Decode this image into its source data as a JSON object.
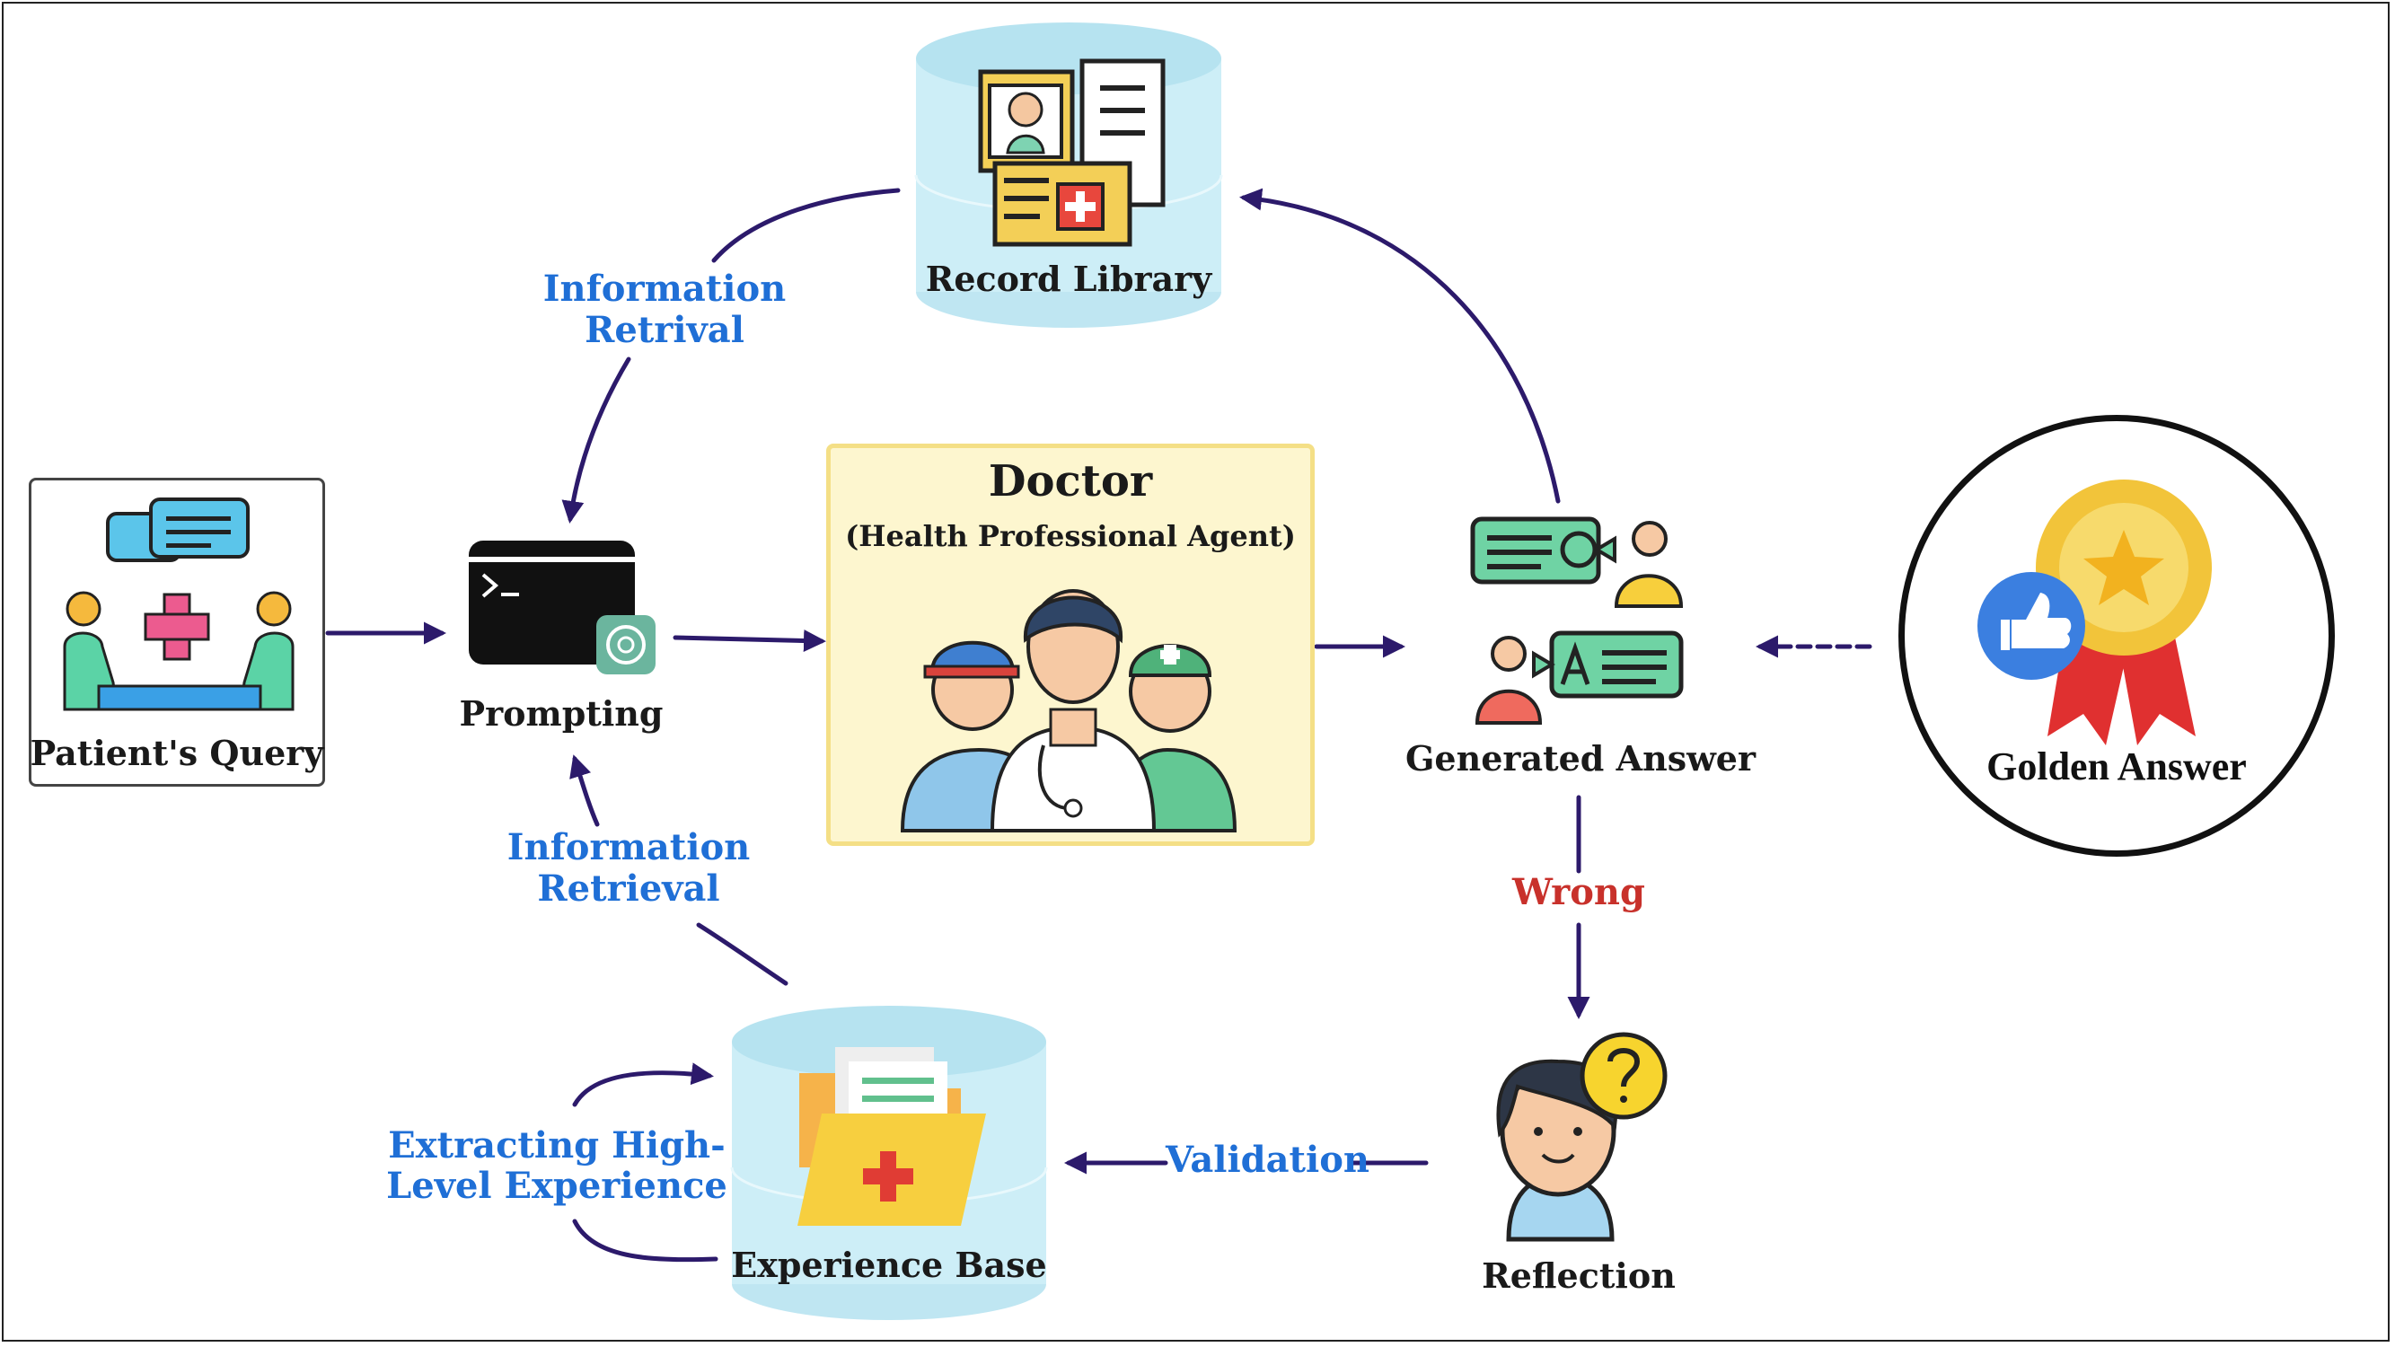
{
  "nodes": {
    "patients_query": "Patient's Query",
    "prompting": "Prompting",
    "doctor_title": "Doctor",
    "doctor_subtitle": "(Health Professional Agent)",
    "record_library": "Record Library",
    "generated_answer": "Generated Answer",
    "golden_answer": "Golden Answer",
    "reflection": "Reflection",
    "experience_base": "Experience Base"
  },
  "edges": {
    "information_retrival_1": "Information",
    "information_retrival_2": "Retrival",
    "information_retrieval_1": "Information",
    "information_retrieval_2": "Retrieval",
    "extracting_1": "Extracting High-",
    "extracting_2": "Level Experience",
    "validation": "Validation",
    "wrong": "Wrong"
  },
  "icons": {
    "record_library": "medical-record-icon",
    "patients_query": "consultation-icon",
    "prompting": "terminal-icon",
    "doctor": "doctors-group-icon",
    "generated_answer": "question-answer-icon",
    "golden_answer": "award-ribbon-icon",
    "reflection": "thinking-person-icon",
    "experience_base": "medical-folder-icon"
  },
  "colors": {
    "arrow": "#2c1a6b",
    "edge_label": "#1f6fd6",
    "wrong_label": "#c8312b",
    "database": "#cdeef7",
    "doctor_box": "#fdf6cf"
  }
}
